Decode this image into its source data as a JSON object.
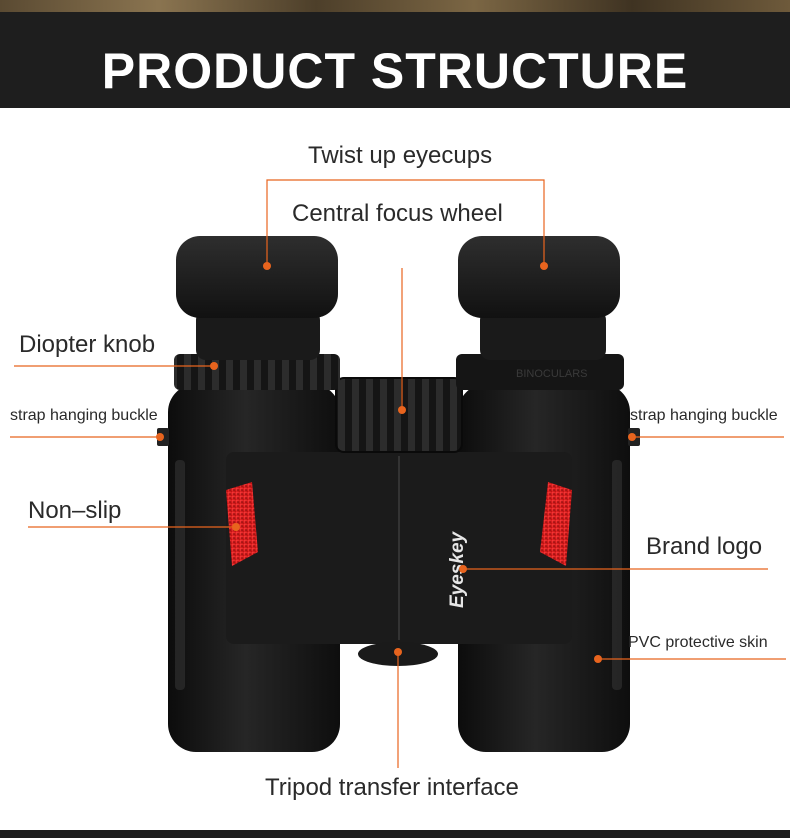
{
  "header": {
    "title": "PRODUCT STRUCTURE DIAGRAM"
  },
  "product": {
    "brand": "Eyeskey",
    "ring_text": "BINOCULARS"
  },
  "accent_color": "#e8641e",
  "labels": {
    "twist_up_eyecups": "Twist up eyecups",
    "central_focus_wheel": "Central focus wheel",
    "diopter_knob": "Diopter knob",
    "strap_buckle_left": "strap hanging buckle",
    "strap_buckle_right": "strap hanging buckle",
    "non_slip": "Non–slip",
    "brand_logo": "Brand logo",
    "pvc_skin": "PVC protective skin",
    "tripod_interface": "Tripod transfer interface"
  }
}
